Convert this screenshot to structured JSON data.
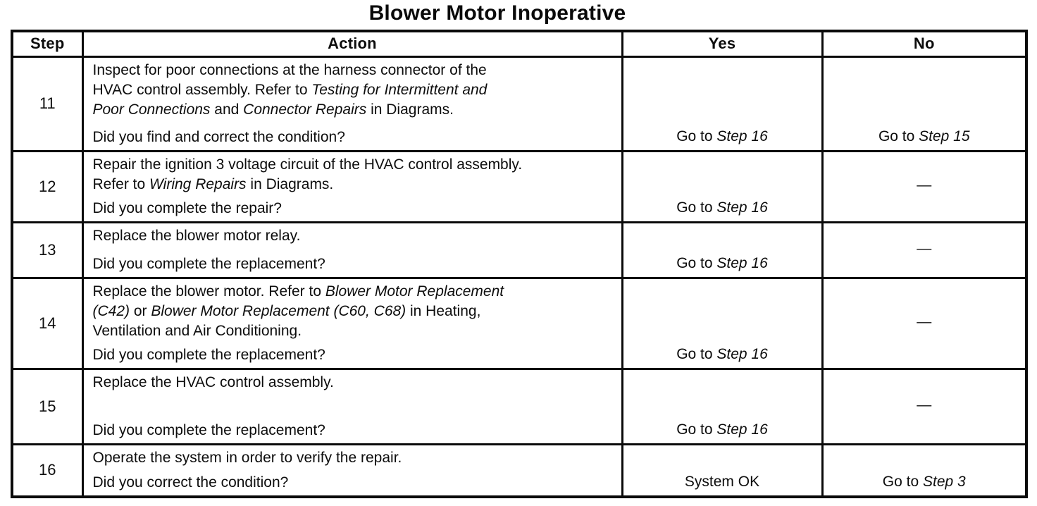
{
  "page_title": "Blower Motor Inoperative",
  "table": {
    "headers": {
      "step": "Step",
      "action": "Action",
      "yes": "Yes",
      "no": "No"
    },
    "dash_glyph": "—",
    "rows": [
      {
        "step": "11",
        "action_segments": [
          {
            "text": "Inspect for poor connections at the harness connector of the\nHVAC control assembly. Refer to ",
            "italic": false
          },
          {
            "text": "Testing for Intermittent and\nPoor Connections",
            "italic": true
          },
          {
            "text": " and ",
            "italic": false
          },
          {
            "text": "Connector Repairs",
            "italic": true
          },
          {
            "text": " in Diagrams.",
            "italic": false
          }
        ],
        "question": "Did you find and correct the condition?",
        "yes_segments": [
          {
            "text": "Go to ",
            "italic": false
          },
          {
            "text": "Step 16",
            "italic": true
          }
        ],
        "no_dash": false,
        "no_segments": [
          {
            "text": "Go to ",
            "italic": false
          },
          {
            "text": "Step 15",
            "italic": true
          }
        ]
      },
      {
        "step": "12",
        "action_segments": [
          {
            "text": "Repair the ignition 3 voltage circuit of the HVAC control assembly.\nRefer to ",
            "italic": false
          },
          {
            "text": "Wiring Repairs",
            "italic": true
          },
          {
            "text": " in Diagrams.",
            "italic": false
          }
        ],
        "question": "Did you complete the repair?",
        "yes_segments": [
          {
            "text": "Go to ",
            "italic": false
          },
          {
            "text": "Step 16",
            "italic": true
          }
        ],
        "no_dash": true,
        "no_segments": []
      },
      {
        "step": "13",
        "action_segments": [
          {
            "text": "Replace the blower motor relay.",
            "italic": false
          }
        ],
        "question": "Did you complete the replacement?",
        "yes_segments": [
          {
            "text": "Go to ",
            "italic": false
          },
          {
            "text": "Step 16",
            "italic": true
          }
        ],
        "no_dash": true,
        "no_segments": []
      },
      {
        "step": "14",
        "action_segments": [
          {
            "text": "Replace the blower motor. Refer to ",
            "italic": false
          },
          {
            "text": "Blower Motor Replacement\n(C42)",
            "italic": true
          },
          {
            "text": " or ",
            "italic": false
          },
          {
            "text": "Blower Motor Replacement (C60, C68)",
            "italic": true
          },
          {
            "text": " in Heating,\nVentilation and Air Conditioning.",
            "italic": false
          }
        ],
        "question": "Did you complete the replacement?",
        "yes_segments": [
          {
            "text": "Go to ",
            "italic": false
          },
          {
            "text": "Step 16",
            "italic": true
          }
        ],
        "no_dash": true,
        "no_segments": []
      },
      {
        "step": "15",
        "action_segments": [
          {
            "text": "Replace the HVAC control assembly.",
            "italic": false
          }
        ],
        "question": "Did you complete the replacement?",
        "yes_segments": [
          {
            "text": "Go to ",
            "italic": false
          },
          {
            "text": "Step 16",
            "italic": true
          }
        ],
        "no_dash": true,
        "no_segments": []
      },
      {
        "step": "16",
        "action_segments": [
          {
            "text": "Operate the system in order to verify the repair.",
            "italic": false
          }
        ],
        "question": "Did you correct the condition?",
        "yes_segments": [
          {
            "text": "System OK",
            "italic": false
          }
        ],
        "no_dash": false,
        "no_segments": [
          {
            "text": "Go to ",
            "italic": false
          },
          {
            "text": "Step 3",
            "italic": true
          }
        ]
      }
    ]
  }
}
